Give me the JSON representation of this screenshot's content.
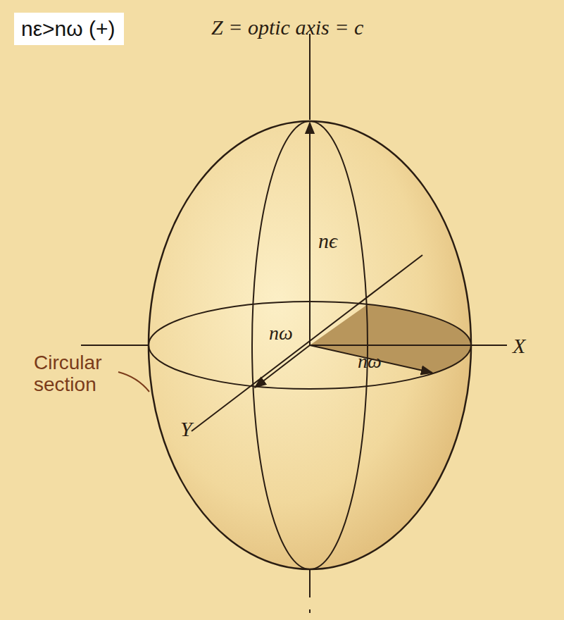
{
  "diagram": {
    "nodes": [
      {
        "text": [
          "nε>nω (+)"
        ]
      }
    ],
    "labels": [
      "Z = optic axis = c",
      "nϵ",
      "nω",
      "nω",
      "X",
      "Y",
      "Circular section"
    ]
  }
}
